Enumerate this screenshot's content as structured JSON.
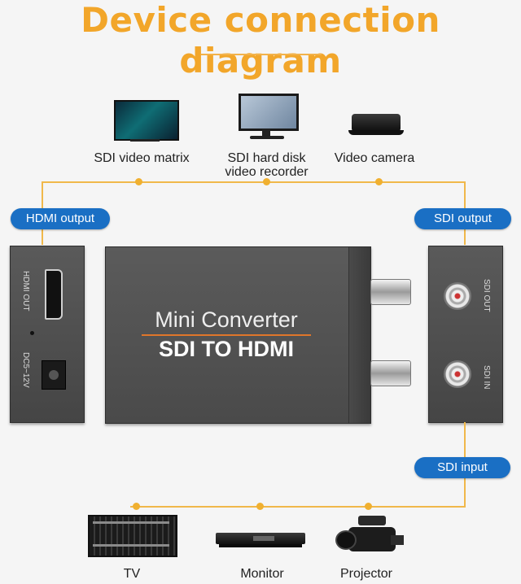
{
  "title": "Device connection diagram",
  "top_devices": [
    {
      "label": "SDI video matrix",
      "icon": "tv-screen-icon"
    },
    {
      "label": "SDI hard disk\nvideo recorder",
      "icon": "monitor-icon"
    },
    {
      "label": "Video camera",
      "icon": "set-top-box-icon"
    }
  ],
  "pills": {
    "hdmi_output": "HDMI output",
    "sdi_output": "SDI output",
    "sdi_input": "SDI input"
  },
  "converter": {
    "line1": "Mini Converter",
    "line2": "SDI TO HDMI",
    "left_panel": {
      "port1": "HDMI OUT",
      "port2": "DC5~12V"
    },
    "right_panel": {
      "port1": "SDI OUT",
      "port2": "SDI IN"
    }
  },
  "bottom_devices": [
    {
      "label": "TV",
      "icon": "rack-device-icon"
    },
    {
      "label": "Monitor",
      "icon": "dvr-box-icon"
    },
    {
      "label": "Projector",
      "icon": "video-camera-icon"
    }
  ],
  "colors": {
    "title": "#f2a62a",
    "pill": "#1a6fc4",
    "wire": "#f0b84a",
    "panel": "#4e4e4e"
  }
}
